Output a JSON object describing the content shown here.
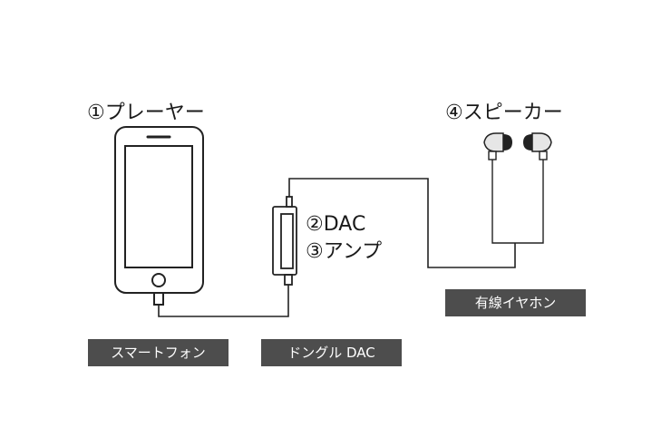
{
  "labels": {
    "player": "①プレーヤー",
    "dac": "②DAC",
    "amp": "③アンプ",
    "speaker": "④スピーカー"
  },
  "tags": {
    "smartphone": "スマートフォン",
    "dongle": "ドングル DAC",
    "earphones": "有線イヤホン"
  },
  "colors": {
    "line": "#222222",
    "tag_bg": "#4d4d4d",
    "tag_text": "#ffffff",
    "earbud_fill": "#e6e6e6"
  }
}
